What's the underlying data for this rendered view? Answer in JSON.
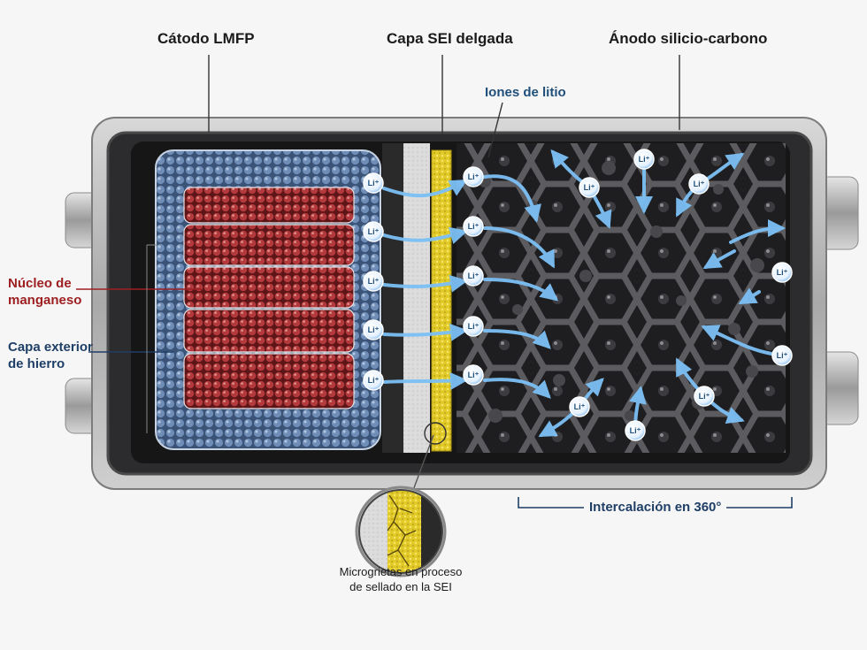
{
  "labels": {
    "cathode": "Cátodo LMFP",
    "sei": "Capa SEI delgada",
    "anode": "Ánodo silicio-carbono",
    "core_line1": "Núcleo de",
    "core_line2": "manganeso",
    "shell_line1": "Capa exterior",
    "shell_line2": "de hierro",
    "ions": "Iones de litio",
    "intercalation": "Intercalación en 360°",
    "cracks_line1": "Microgrietas en proceso",
    "cracks_line2": "de sellado en la SEI"
  },
  "ion_symbol": "Li⁺",
  "colors": {
    "iron_shell": "#4d6a93",
    "manganese_core": "#9c2b2e",
    "sei_yellow": "#e3cc2b",
    "anode": "#2b2b2d",
    "arrow": "#5aa8e8",
    "label_red": "#9d1f22",
    "label_blue": "#1f3f66"
  }
}
